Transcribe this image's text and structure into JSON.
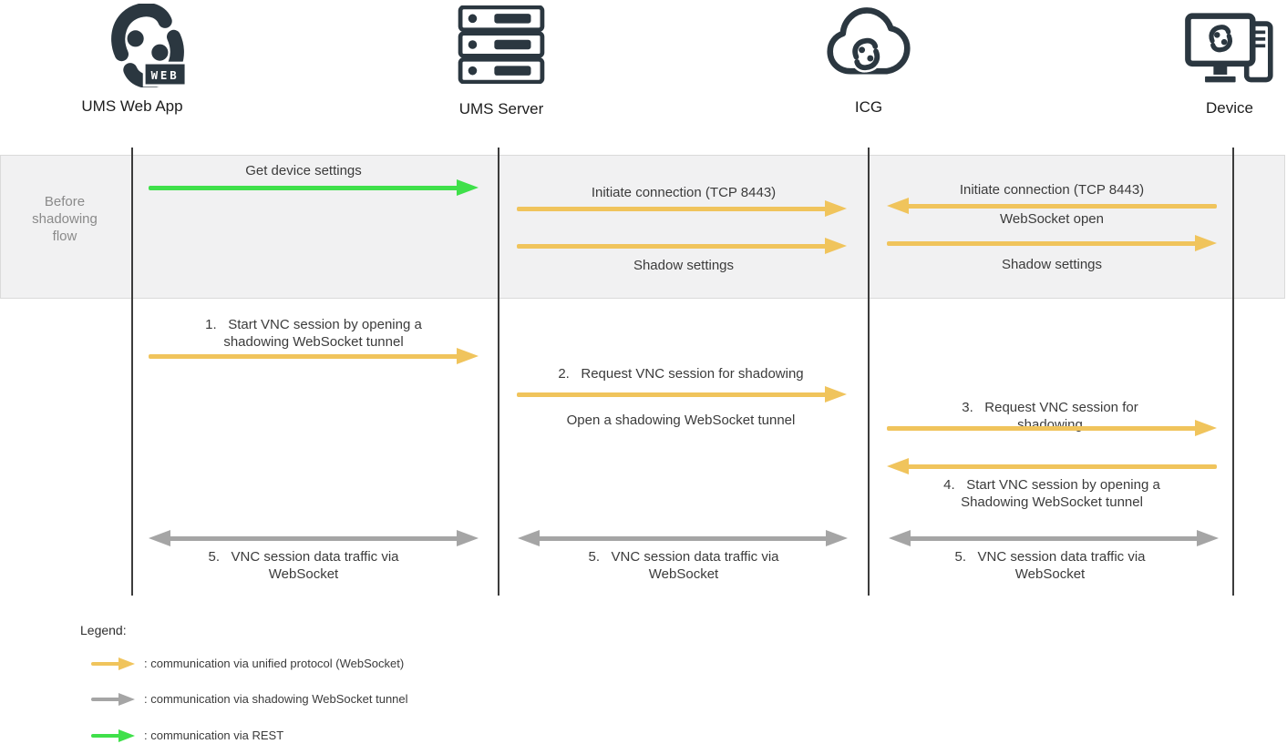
{
  "entities": [
    {
      "label": "UMS Web App"
    },
    {
      "label": "UMS Server"
    },
    {
      "label": "ICG"
    },
    {
      "label": "Device"
    }
  ],
  "logo_badge": "WEB",
  "band": {
    "label": "Before\nshadowing\nflow"
  },
  "before": {
    "a1": {
      "label": "Get device settings"
    },
    "b1": {
      "label": "Initiate connection (TCP 8443)"
    },
    "b2": {
      "label": "Shadow settings"
    },
    "c1": {
      "label": "Initiate connection (TCP 8443)"
    },
    "c2": {
      "label": "WebSocket open"
    },
    "c3": {
      "label": "Shadow settings"
    }
  },
  "flow": {
    "s1": {
      "label": "1.   Start VNC session by opening a\nshadowing WebSocket tunnel"
    },
    "s2": {
      "label": "2.   Request VNC session for shadowing",
      "sub": "Open a shadowing WebSocket tunnel"
    },
    "s3": {
      "label": "3.   Request VNC session for shadowing"
    },
    "s4": {
      "label": "4.   Start VNC session by opening a\nShadowing WebSocket tunnel"
    },
    "s5": {
      "label": "5.   VNC session data traffic via\nWebSocket"
    }
  },
  "legend": {
    "title": "Legend:",
    "items": [
      {
        "label": ": communication via unified protocol (WebSocket)",
        "type": "unified"
      },
      {
        "label": ": communication via shadowing WebSocket tunnel",
        "type": "tunnel"
      },
      {
        "label": ": communication via REST",
        "type": "rest"
      }
    ]
  },
  "colors": {
    "unified_arrow": "#f0c45c",
    "tunnel_arrow": "#a5a5a5",
    "rest_arrow": "#3fe04a",
    "band_fill": "#f1f1f2",
    "lifeline": "#3c3c3c",
    "icon_dark": "#2b3740"
  }
}
